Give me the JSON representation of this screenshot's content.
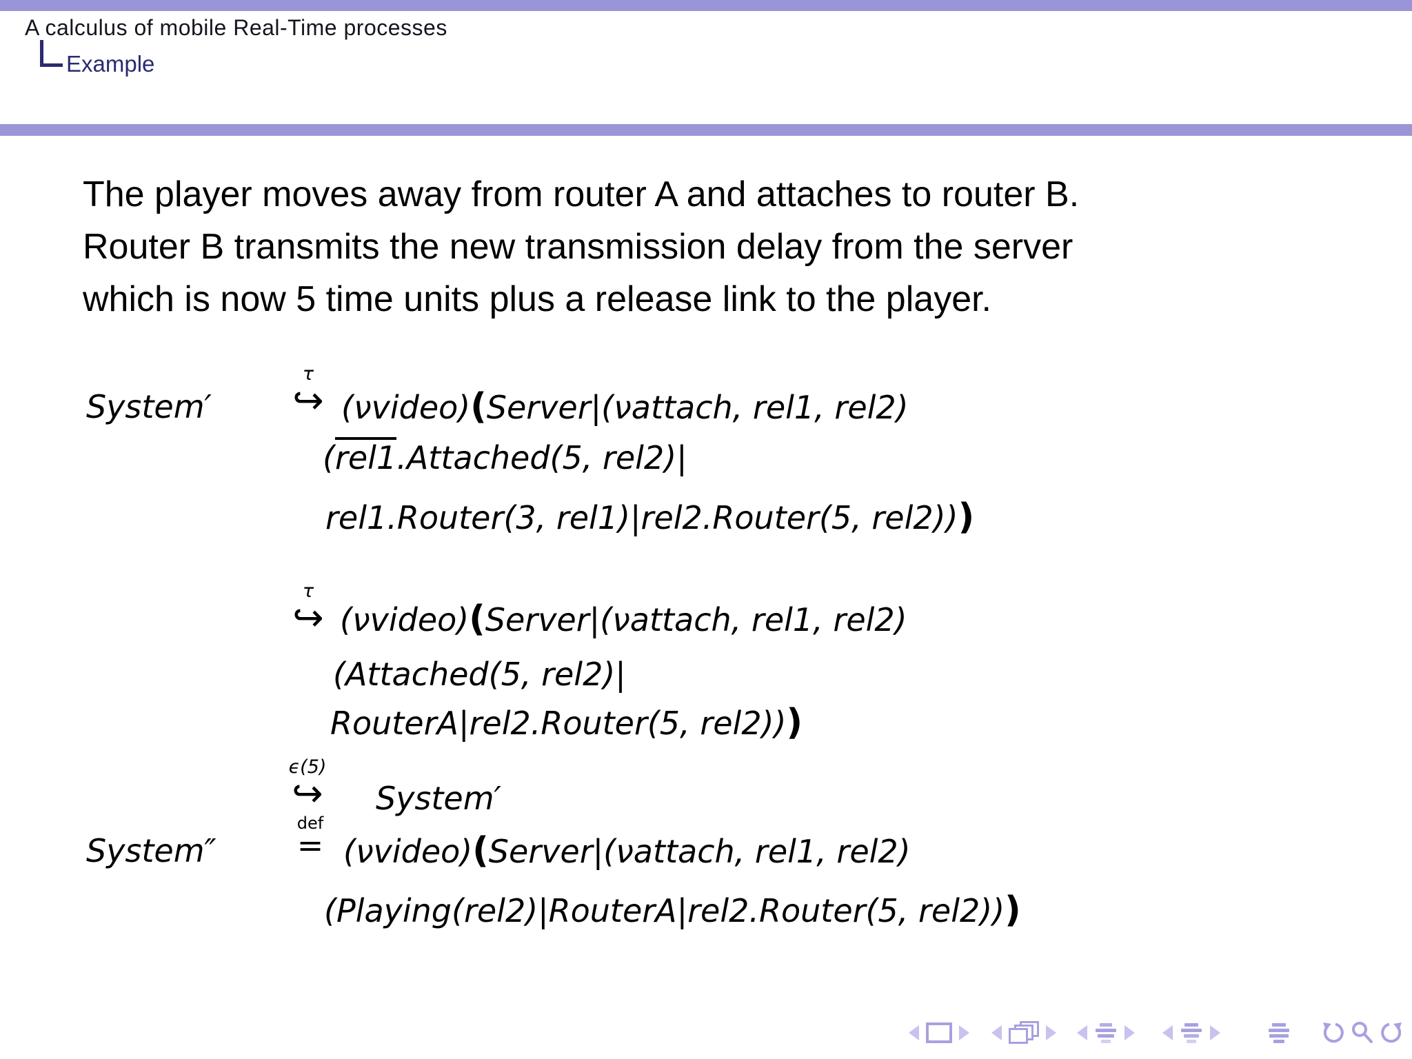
{
  "slide": {
    "header": {
      "title": "A calculus of mobile Real-Time processes",
      "subtitle": "Example"
    },
    "paragraph": {
      "line1": "The player moves away from router A and attaches to router B.",
      "line2": "Router B transmits the new transmission delay from the server",
      "line3": "which is now 5 time units plus a release link to the player."
    },
    "math": {
      "block1": {
        "lhs": "System′",
        "arrow": "↪",
        "arrow_label": "τ",
        "l1a": "(νvideo)",
        "l1big": "(",
        "l1b": "Server|(νattach, rel1, rel2)",
        "l2a": "(",
        "l2over": "rel1",
        "l2b": ".Attached(5, rel2)|",
        "l3a": "rel1.Router(3, rel1)|rel2.Router(5, rel2))",
        "l3big": ")"
      },
      "block2": {
        "arrow": "↪",
        "arrow_label": "τ",
        "l1a": "(νvideo)",
        "l1big": "(",
        "l1b": "Server|(νattach, rel1, rel2)",
        "l2": "(Attached(5, rel2)|",
        "l3a": "RouterA|rel2.Router(5, rel2))",
        "l3big": ")"
      },
      "block3": {
        "arrow": "↪",
        "arrow_label": "ϵ(5)",
        "rhs1": "System′",
        "lhs": "System″",
        "eq": "=",
        "eq_label": "def",
        "l2a": "(νvideo)",
        "l2big": "(",
        "l2b": "Server|(νattach, rel1, rel2)",
        "l3a": "(Playing(rel2)|RouterA|rel2.Router(5, rel2))",
        "l3big": ")"
      }
    },
    "colors": {
      "accent_bar": "#9a94d8",
      "structure_text": "#2a2a72",
      "nav_icon": "#a7a1e0",
      "nav_icon_light": "#c7c3ee",
      "body_text": "#000000"
    },
    "nav": {
      "icons": [
        "prev-slide",
        "frame",
        "next-slide",
        "prev-frame",
        "frames-overlay",
        "next-frame",
        "prev-subsection",
        "subsection-list",
        "next-subsection",
        "prev-section",
        "section-list",
        "next-section",
        "presentation-list",
        "go-back",
        "search",
        "go-forward"
      ]
    }
  }
}
